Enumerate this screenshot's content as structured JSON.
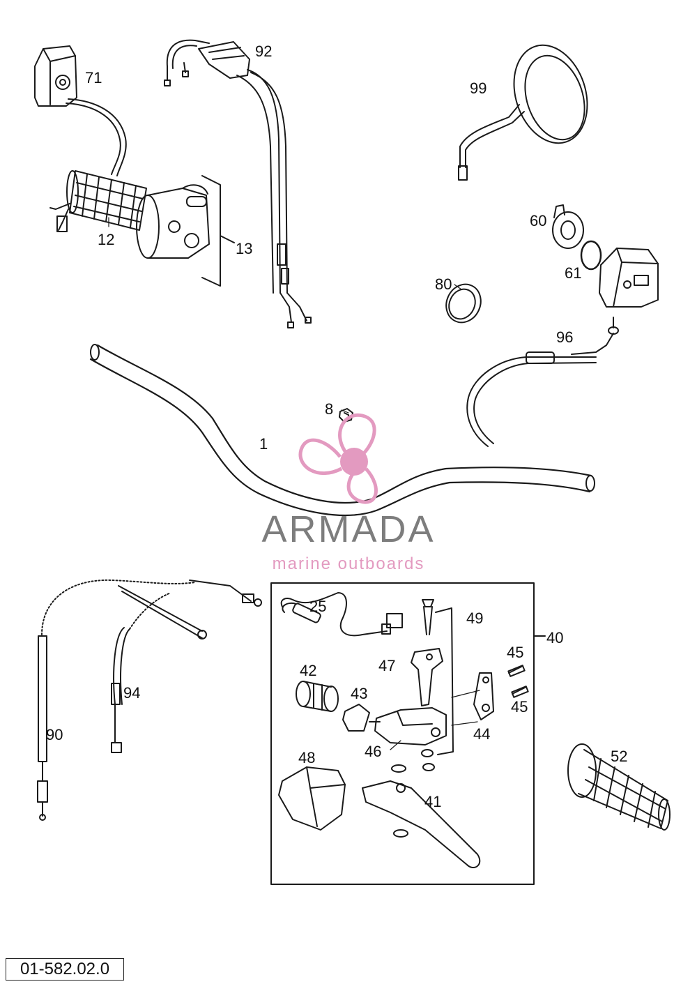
{
  "callouts": {
    "p1": "1",
    "p8": "8",
    "p12": "12",
    "p13": "13",
    "p25": "25",
    "p40": "40",
    "p41": "41",
    "p42": "42",
    "p43": "43",
    "p44": "44",
    "p45a": "45",
    "p45b": "45",
    "p46": "46",
    "p47": "47",
    "p48": "48",
    "p49": "49",
    "p52": "52",
    "p60": "60",
    "p61": "61",
    "p71": "71",
    "p80": "80",
    "p90": "90",
    "p92": "92",
    "p94": "94",
    "p96": "96",
    "p99": "99"
  },
  "watermark": {
    "name": "ARMADA",
    "tagline": "marine outboards",
    "accent_color": "#e39ac0",
    "name_color": "#7d7d7d"
  },
  "drawing_code": "01-582.02.0"
}
